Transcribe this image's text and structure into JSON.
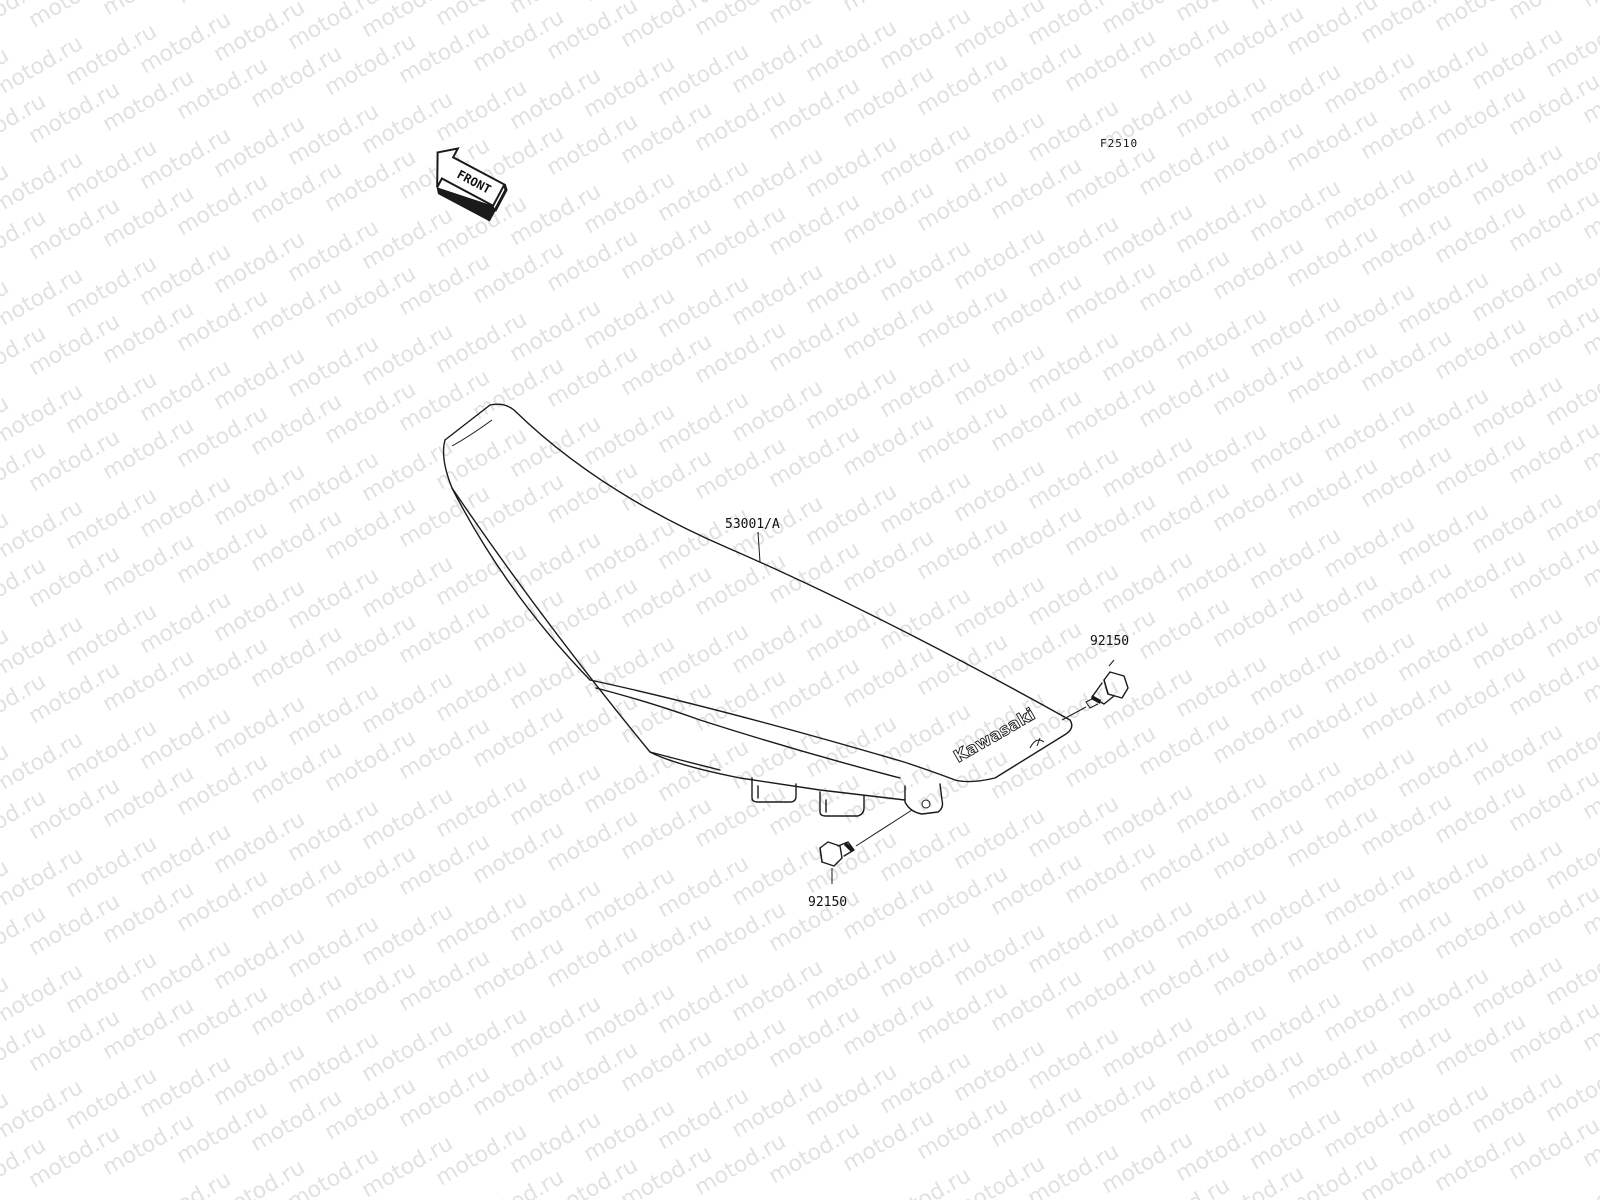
{
  "figure_code": "F2510",
  "front_arrow": {
    "label": "FRONT"
  },
  "watermark": {
    "text": "motod.ru"
  },
  "seat": {
    "part_number": "53001/A",
    "brand_text": "Kawasaki"
  },
  "bolt_right": {
    "part_number": "92150"
  },
  "bolt_bottom": {
    "part_number": "92150"
  }
}
